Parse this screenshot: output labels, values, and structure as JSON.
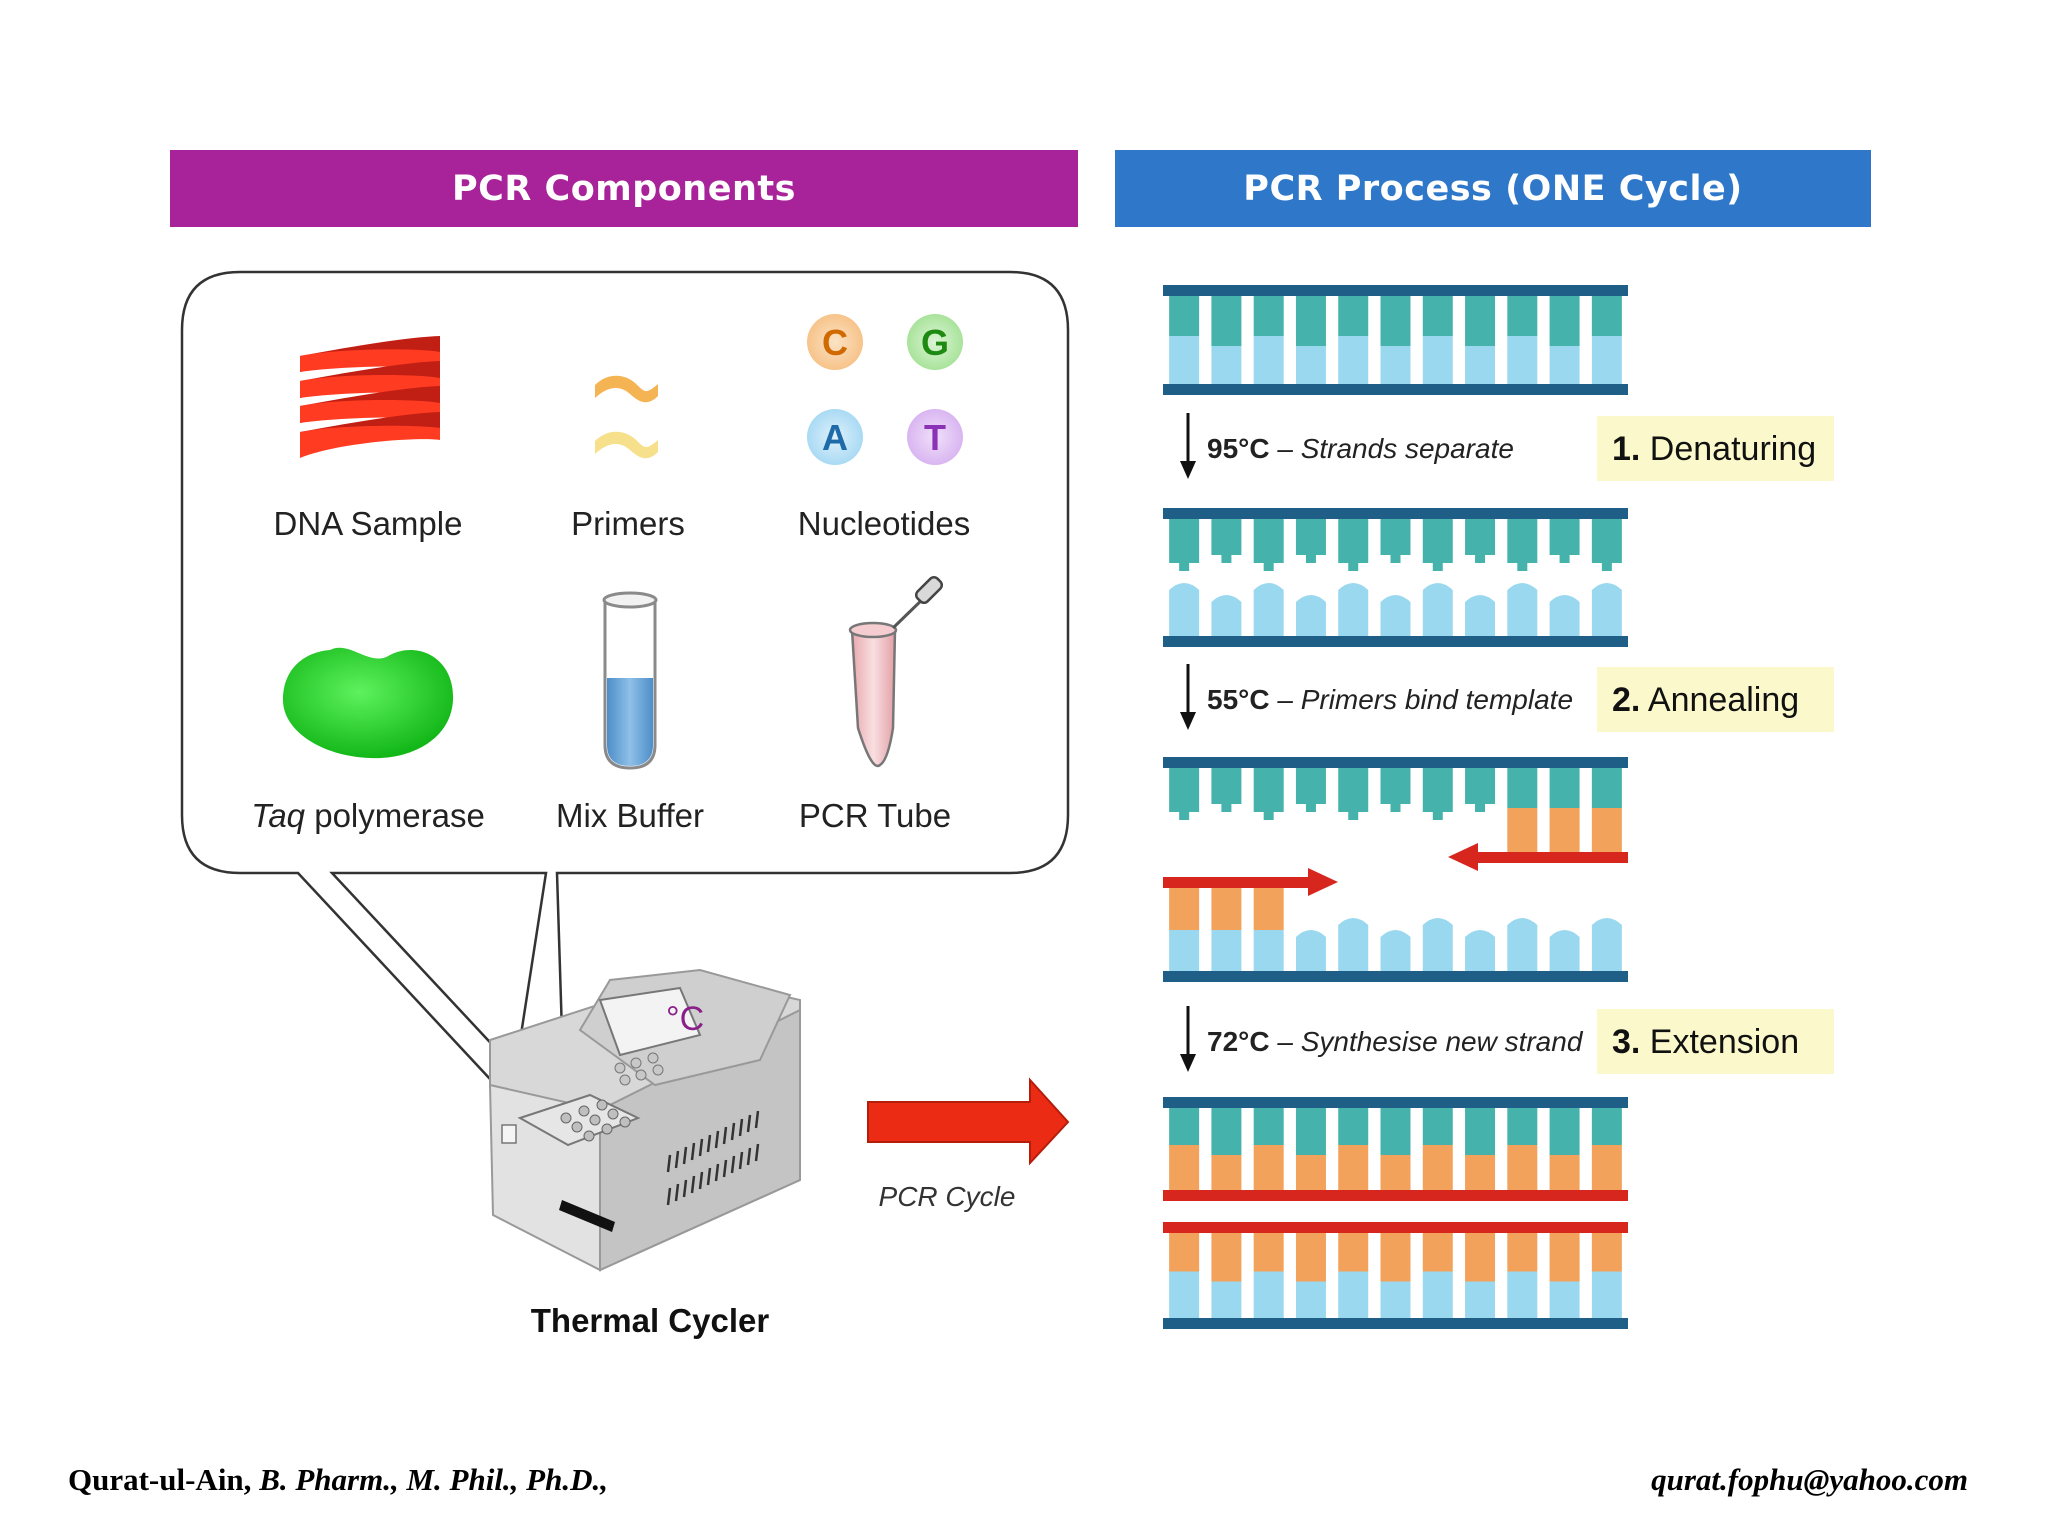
{
  "banners": {
    "components": "PCR Components",
    "process": "PCR Process  (ONE Cycle)"
  },
  "components": {
    "dna_sample": "DNA Sample",
    "primers": "Primers",
    "nucleotides": "Nucleotides",
    "nucleotide_letters": [
      "C",
      "G",
      "A",
      "T"
    ],
    "taq_italic": "Taq",
    "taq_rest": " polymerase",
    "mix_buffer": "Mix Buffer",
    "pcr_tube": "PCR Tube"
  },
  "machine": {
    "display": "°C",
    "label": "Thermal Cycler"
  },
  "arrow_label": "PCR Cycle",
  "steps": [
    {
      "temp": "95°C",
      "desc": " – Strands separate",
      "num": "1.",
      "name": " Denaturing"
    },
    {
      "temp": "55°C",
      "desc": " – Primers bind template",
      "num": "2.",
      "name": " Annealing"
    },
    {
      "temp": "72°C",
      "desc": " – Synthesise new strand",
      "num": "3.",
      "name": " Extension"
    }
  ],
  "footer": {
    "author": "Qurat-ul-Ain, ",
    "credentials": "B. Pharm., M. Phil., Ph.D.,",
    "email": "qurat.fophu@yahoo.com"
  },
  "colors": {
    "components_banner": "#a8229a",
    "process_banner": "#2f78c9",
    "strand_backbone": "#1f5f87",
    "teal_base": "#45b3ab",
    "light_blue_base": "#9ad8ef",
    "orange_base": "#f2a25b",
    "primer_red": "#d7261e",
    "stage_label_bg": "#fbf8cc"
  }
}
